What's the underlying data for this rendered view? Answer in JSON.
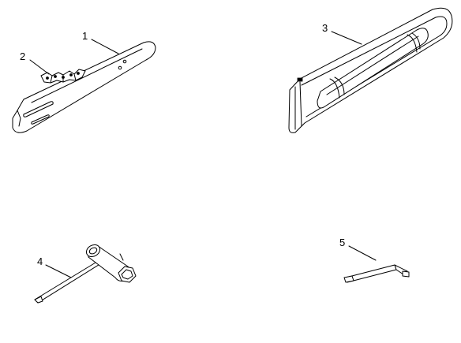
{
  "diagram": {
    "callouts": [
      {
        "id": "guide-bar",
        "label": "1"
      },
      {
        "id": "saw-chain",
        "label": "2"
      },
      {
        "id": "bar-cover",
        "label": "3"
      },
      {
        "id": "combination-wrench",
        "label": "4"
      },
      {
        "id": "hex-key",
        "label": "5"
      }
    ],
    "line_color": "#000000",
    "background": "#ffffff"
  }
}
